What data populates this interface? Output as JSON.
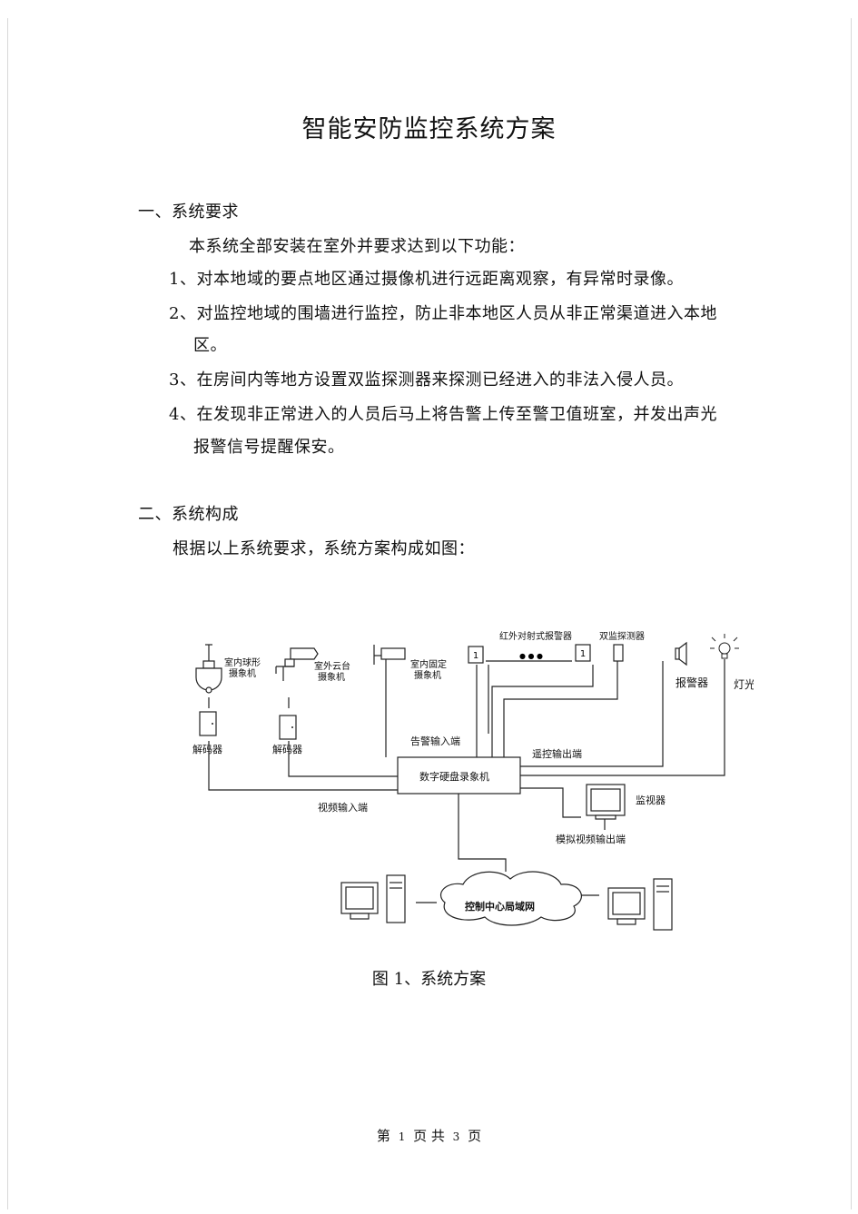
{
  "title": "智能安防监控系统方案",
  "section1": {
    "heading": "一、系统要求",
    "intro": "本系统全部安装在室外并要求达到以下功能：",
    "items": [
      "1、对本地域的要点地区通过摄像机进行远距离观察，有异常时录像。",
      "2、对监控地域的围墙进行监控，防止非本地区人员从非正常渠道进入本地",
      "区。",
      "3、在房间内等地方设置双监探测器来探测已经进入的非法入侵人员。",
      "4、在发现非正常进入的人员后马上将告警上传至警卫值班室，并发出声光",
      "报警信号提醒保安。"
    ]
  },
  "section2": {
    "heading": "二、系统构成",
    "intro": "根据以上系统要求，系统方案构成如图："
  },
  "diagram": {
    "dome_camera": "室内球形",
    "dome_camera_2": "摄象机",
    "ptz_camera": "室外云台",
    "ptz_camera_2": "摄象机",
    "fixed_camera": "室内固定",
    "fixed_camera_2": "摄象机",
    "infrared_alarm": "红外对射式报警器",
    "dual_detector": "双监探测器",
    "siren": "报警器",
    "light": "灯光",
    "decoder_1": "解码器",
    "decoder_2": "解码器",
    "alarm_input": "告警输入端",
    "remote_output": "遥控输出端",
    "dvr": "数字硬盘录象机",
    "monitor": "监视器",
    "video_input": "视频输入端",
    "analog_output": "模拟视频输出端",
    "lan": "控制中心局域网",
    "ir_unit_label": "1",
    "dots": "●  ●  ●"
  },
  "caption": "图 1、系统方案",
  "footer": {
    "prefix": "第",
    "page": "1",
    "mid": "页  共",
    "total": "3",
    "suffix": "页"
  }
}
